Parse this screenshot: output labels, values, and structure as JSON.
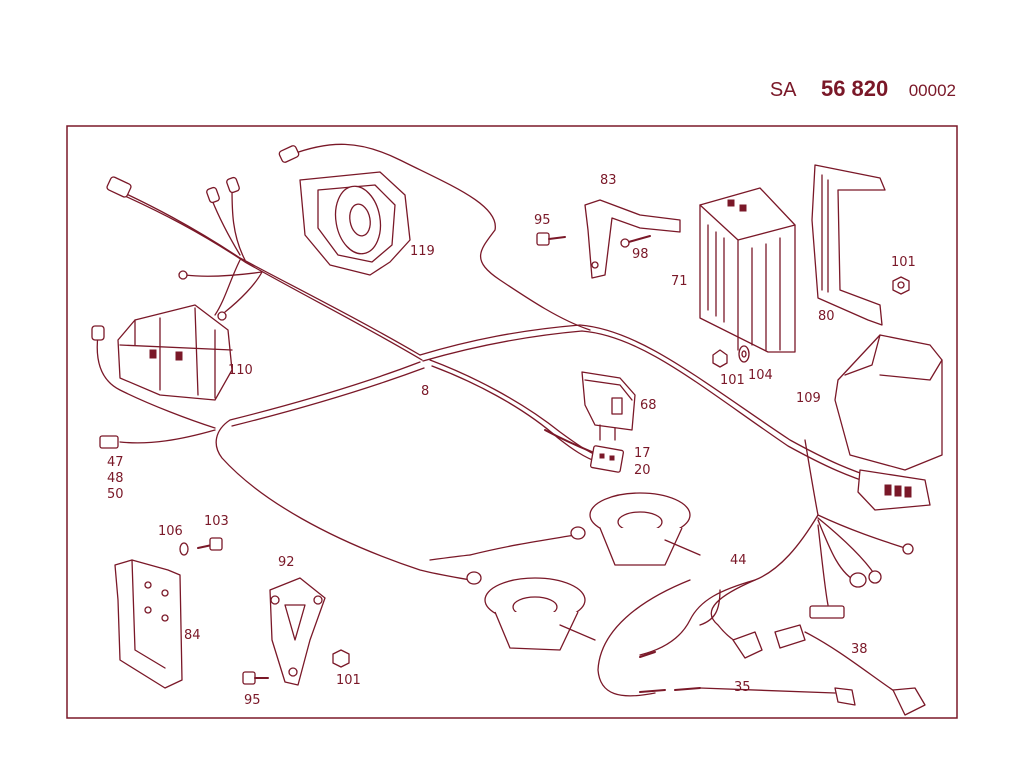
{
  "header": {
    "prefix": "SA",
    "number": "56 820",
    "suffix": "00002"
  },
  "labels": {
    "l119": "119",
    "l83": "83",
    "l95a": "95",
    "l98": "98",
    "l71": "71",
    "l101a": "101",
    "l80": "80",
    "l110": "110",
    "l8": "8",
    "l68": "68",
    "l101b": "101",
    "l104": "104",
    "l109": "109",
    "l17": "17",
    "l20": "20",
    "l47": "47",
    "l48": "48",
    "l50": "50",
    "l106": "106",
    "l103": "103",
    "l44": "44",
    "l92": "92",
    "l84": "84",
    "l38": "38",
    "l35": "35",
    "l95b": "95",
    "l101c": "101"
  },
  "colors": {
    "ink": "#7a1828",
    "background": "#ffffff"
  }
}
